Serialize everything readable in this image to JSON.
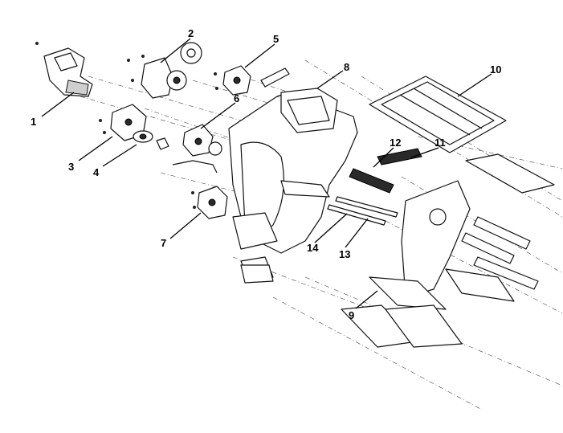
{
  "callouts": [
    {
      "id": "c1",
      "label": "1"
    },
    {
      "id": "c2",
      "label": "2"
    },
    {
      "id": "c3",
      "label": "3"
    },
    {
      "id": "c4",
      "label": "4"
    },
    {
      "id": "c5",
      "label": "5"
    },
    {
      "id": "c6",
      "label": "6"
    },
    {
      "id": "c7",
      "label": "7"
    },
    {
      "id": "c8",
      "label": "8"
    },
    {
      "id": "c9",
      "label": "9"
    },
    {
      "id": "c10",
      "label": "10"
    },
    {
      "id": "c11",
      "label": "11"
    },
    {
      "id": "c12",
      "label": "12"
    },
    {
      "id": "c13",
      "label": "13"
    },
    {
      "id": "c14",
      "label": "14"
    }
  ],
  "colors": {
    "ink": "#111111",
    "background": "#ffffff",
    "shade": "#cfcfcf"
  }
}
